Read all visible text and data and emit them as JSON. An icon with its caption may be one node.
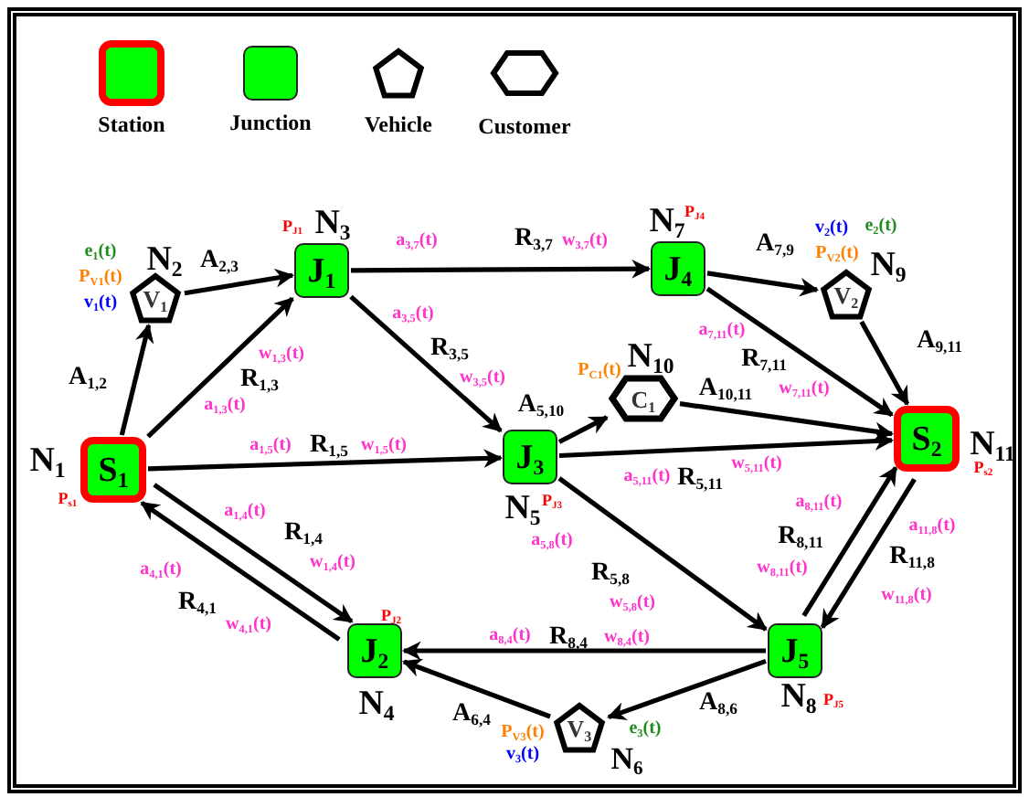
{
  "diagram": {
    "nodes": [
      {
        "text": [
          "S$_{1}$"
        ],
        "beside": [
          "N$_{1}$",
          "P$_{s1}$"
        ]
      },
      {
        "text": [
          "V$_{1}$"
        ],
        "beside": [
          "N$_{2}$",
          "e$_{1}$(t)",
          "P$_{V1}$(t)",
          "v$_{1}$(t)"
        ]
      },
      {
        "text": [
          "J$_{1}$"
        ],
        "beside": [
          "N$_{3}$",
          "P$_{J1}$"
        ]
      },
      {
        "text": [
          "J$_{2}$"
        ],
        "beside": [
          "N$_{4}$",
          "P$_{J2}$"
        ]
      },
      {
        "text": [
          "J$_{3}$"
        ],
        "beside": [
          "N$_{5}$",
          "P$_{J3}$"
        ]
      },
      {
        "text": [
          "V$_{3}$"
        ],
        "beside": [
          "N$_{6}$",
          "e$_{3}$(t)",
          "P$_{V3}$(t)",
          "v$_{3}$(t)"
        ]
      },
      {
        "text": [
          "J$_{4}$"
        ],
        "beside": [
          "N$_{7}$",
          "P$_{J4}$"
        ]
      },
      {
        "text": [
          "J$_{5}$"
        ],
        "beside": [
          "N$_{8}$",
          "P$_{J5}$"
        ]
      },
      {
        "text": [
          "V$_{2}$"
        ],
        "beside": [
          "N$_{9}$",
          "v$_{2}$(t)",
          "e$_{2}$(t)",
          "P$_{V2}$(t)"
        ]
      },
      {
        "text": [
          "C$_{1}$"
        ],
        "beside": [
          "N$_{10}$",
          "P$_{C1}$(t)"
        ]
      },
      {
        "text": [
          "S$_{2}$"
        ],
        "beside": [
          "N$_{11}$",
          "P$_{s2}$"
        ]
      }
    ],
    "edges": [
      {
        "from": 0,
        "to": 1,
        "arrow": "to",
        "label": "A$_{1,2}$"
      },
      {
        "from": 1,
        "to": 2,
        "arrow": "to",
        "label": "A$_{2,3}$"
      },
      {
        "from": 0,
        "to": 2,
        "arrow": "to",
        "label": "R$_{1,3}$"
      },
      {
        "from": 2,
        "to": 6,
        "arrow": "to",
        "label": "R$_{3,7}$"
      },
      {
        "from": 2,
        "to": 4,
        "arrow": "to",
        "label": "R$_{3,5}$"
      },
      {
        "from": 0,
        "to": 4,
        "arrow": "to",
        "label": "R$_{1,5}$"
      },
      {
        "from": 4,
        "to": 9,
        "arrow": "to",
        "label": "A$_{5,10}$"
      },
      {
        "from": 9,
        "to": 10,
        "arrow": "to",
        "label": "A$_{10,11}$"
      },
      {
        "from": 4,
        "to": 10,
        "arrow": "to",
        "label": "R$_{5,11}$"
      },
      {
        "from": 6,
        "to": 8,
        "arrow": "to",
        "label": "A$_{7,9}$"
      },
      {
        "from": 6,
        "to": 10,
        "arrow": "to",
        "label": "R$_{7,11}$"
      },
      {
        "from": 8,
        "to": 10,
        "arrow": "to",
        "label": "A$_{9,11}$"
      },
      {
        "from": 0,
        "to": 3,
        "arrow": "to",
        "label": "R$_{1,4}$"
      },
      {
        "from": 3,
        "to": 0,
        "arrow": "to",
        "label": "R$_{4,1}$"
      },
      {
        "from": 4,
        "to": 7,
        "arrow": "to",
        "label": "R$_{5,8}$"
      },
      {
        "from": 7,
        "to": 3,
        "arrow": "to",
        "label": "R$_{8,4}$"
      },
      {
        "from": 7,
        "to": 5,
        "arrow": "to",
        "label": "A$_{8,6}$"
      },
      {
        "from": 5,
        "to": 3,
        "arrow": "to",
        "label": "A$_{6,4}$"
      },
      {
        "from": 7,
        "to": 10,
        "arrow": "to",
        "label": "R$_{8,11}$"
      },
      {
        "from": 10,
        "to": 7,
        "arrow": "to",
        "label": "R$_{11,8}$"
      }
    ],
    "labels": [
      "a$_{3,7}$(t)",
      "w$_{3,7}$(t)",
      "w$_{1,3}$(t)",
      "a$_{1,3}$(t)",
      "a$_{3,5}$(t)",
      "w$_{3,5}$(t)",
      "a$_{1,5}$(t)",
      "w$_{1,5}$(t)",
      "a$_{7,11}$(t)",
      "w$_{7,11}$(t)",
      "a$_{5,11}$(t)",
      "w$_{5,11}$(t)",
      "a$_{1,4}$(t)",
      "a$_{4,1}$(t)",
      "w$_{1,4}$(t)",
      "w$_{4,1}$(t)",
      "a$_{8,11}$(t)",
      "w$_{8,11}$(t)",
      "a$_{11,8}$(t)",
      "w$_{11,8}$(t)",
      "a$_{5,8}$(t)",
      "w$_{5,8}$(t)",
      "a$_{8,4}$(t)",
      "w$_{8,4}$(t)"
    ],
    "legend": [
      {
        "text": "Station"
      },
      {
        "text": "Junction"
      },
      {
        "text": "Vehicle"
      },
      {
        "text": "Customer"
      }
    ]
  }
}
